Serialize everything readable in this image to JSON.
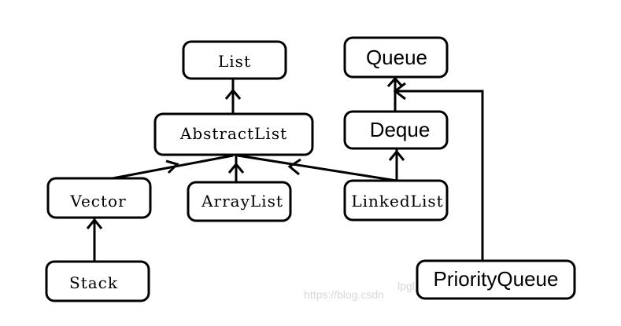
{
  "diagram": {
    "nodes": {
      "list": "List",
      "queue": "Queue",
      "abstract_list": "AbstractList",
      "deque": "Deque",
      "vector": "Vector",
      "array_list": "ArrayList",
      "linked_list": "LinkedList",
      "stack": "Stack",
      "priority_queue": "PriorityQueue"
    },
    "watermark": "https://blog.csdn",
    "watermark_fragment": "lpgl"
  },
  "colors": {
    "stroke": "#000000",
    "background": "#ffffff",
    "watermark": "#d8d8d8"
  }
}
